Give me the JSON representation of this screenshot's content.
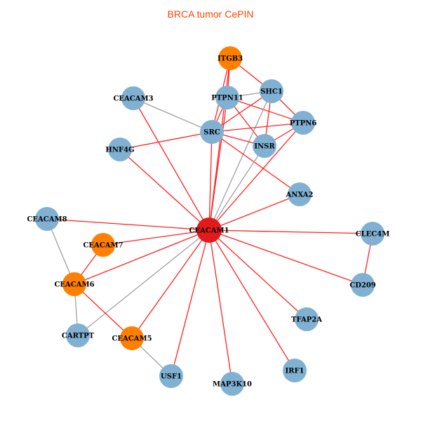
{
  "title": "BRCA tumor CePIN",
  "colors": {
    "hub": "#e31a1c",
    "orange": "#ff7f00",
    "blue": "#80b1d3",
    "red_edge": "#ff2222",
    "gray_edge": "#a0a0a0",
    "title": "#ff4500"
  },
  "nodes": [
    {
      "id": "ITGB3",
      "type": "orange"
    },
    {
      "id": "SHC1",
      "type": "blue"
    },
    {
      "id": "PTPN11",
      "type": "blue"
    },
    {
      "id": "CEACAM3",
      "type": "blue"
    },
    {
      "id": "PTPN6",
      "type": "blue"
    },
    {
      "id": "SRC",
      "type": "blue"
    },
    {
      "id": "INSR",
      "type": "blue"
    },
    {
      "id": "HNF4G",
      "type": "blue"
    },
    {
      "id": "ANXA2",
      "type": "blue"
    },
    {
      "id": "CEACAM1",
      "type": "hub"
    },
    {
      "id": "CEACAM8",
      "type": "blue"
    },
    {
      "id": "CEACAM7",
      "type": "orange"
    },
    {
      "id": "CLEC4M",
      "type": "blue"
    },
    {
      "id": "CEACAM6",
      "type": "orange"
    },
    {
      "id": "CD209",
      "type": "blue"
    },
    {
      "id": "CARTPT",
      "type": "blue"
    },
    {
      "id": "CEACAM5",
      "type": "orange"
    },
    {
      "id": "TFAP2A",
      "type": "blue"
    },
    {
      "id": "USF1",
      "type": "blue"
    },
    {
      "id": "MAP3K10",
      "type": "blue"
    },
    {
      "id": "IRF1",
      "type": "blue"
    }
  ],
  "edges": [
    [
      "ITGB3",
      "SHC1",
      "red"
    ],
    [
      "ITGB3",
      "PTPN11",
      "red"
    ],
    [
      "ITGB3",
      "SRC",
      "red"
    ],
    [
      "ITGB3",
      "CEACAM1",
      "red"
    ],
    [
      "PTPN11",
      "SHC1",
      "gray"
    ],
    [
      "PTPN11",
      "PTPN6",
      "red"
    ],
    [
      "PTPN11",
      "INSR",
      "red"
    ],
    [
      "PTPN11",
      "SRC",
      "red"
    ],
    [
      "PTPN11",
      "CEACAM1",
      "red"
    ],
    [
      "SHC1",
      "SRC",
      "red"
    ],
    [
      "SHC1",
      "PTPN6",
      "red"
    ],
    [
      "SHC1",
      "INSR",
      "red"
    ],
    [
      "SHC1",
      "CEACAM1",
      "gray"
    ],
    [
      "PTPN6",
      "SRC",
      "red"
    ],
    [
      "PTPN6",
      "INSR",
      "red"
    ],
    [
      "PTPN6",
      "CEACAM1",
      "red"
    ],
    [
      "SRC",
      "INSR",
      "red"
    ],
    [
      "SRC",
      "ANXA2",
      "red"
    ],
    [
      "SRC",
      "HNF4G",
      "red"
    ],
    [
      "SRC",
      "CEACAM3",
      "gray"
    ],
    [
      "SRC",
      "CEACAM1",
      "red"
    ],
    [
      "INSR",
      "CEACAM1",
      "gray"
    ],
    [
      "CEACAM3",
      "CEACAM1",
      "red"
    ],
    [
      "HNF4G",
      "CEACAM1",
      "red"
    ],
    [
      "ANXA2",
      "CEACAM1",
      "red"
    ],
    [
      "CEACAM1",
      "CEACAM8",
      "red"
    ],
    [
      "CEACAM1",
      "CEACAM7",
      "red"
    ],
    [
      "CEACAM1",
      "CEACAM6",
      "red"
    ],
    [
      "CEACAM1",
      "CARTPT",
      "gray"
    ],
    [
      "CEACAM1",
      "CEACAM5",
      "red"
    ],
    [
      "CEACAM1",
      "USF1",
      "red"
    ],
    [
      "CEACAM1",
      "MAP3K10",
      "red"
    ],
    [
      "CEACAM1",
      "IRF1",
      "red"
    ],
    [
      "CEACAM1",
      "TFAP2A",
      "red"
    ],
    [
      "CEACAM1",
      "CD209",
      "red"
    ],
    [
      "CEACAM1",
      "CLEC4M",
      "red"
    ],
    [
      "CEACAM8",
      "CEACAM6",
      "gray"
    ],
    [
      "CEACAM7",
      "CEACAM6",
      "red"
    ],
    [
      "CEACAM6",
      "CARTPT",
      "gray"
    ],
    [
      "CEACAM6",
      "CEACAM5",
      "red"
    ],
    [
      "CEACAM5",
      "USF1",
      "gray"
    ],
    [
      "CLEC4M",
      "CD209",
      "red"
    ]
  ]
}
